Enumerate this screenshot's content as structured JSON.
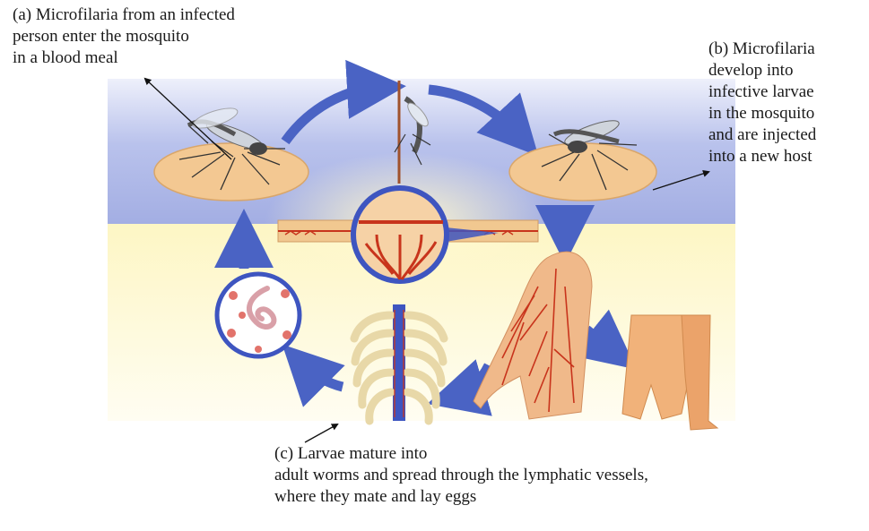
{
  "captions": {
    "a": {
      "lines": [
        "(a)   Microfilaria from an infected",
        "person enter the mosquito",
        "in a blood meal"
      ]
    },
    "b": {
      "lines": [
        "(b)   Microfilaria",
        "develop into",
        "infective larvae",
        "in the mosquito",
        "and are injected",
        "into a new host"
      ]
    },
    "c": {
      "lines": [
        "(c)    Larvae mature into",
        "adult worms and spread through the lymphatic vessels,",
        "where they mate and lay eggs"
      ]
    }
  },
  "colors": {
    "cycle_arrow": "#4a63c4",
    "sky_band": "#a9b4e6",
    "lower_band": "#fbf3c0",
    "skin": "#f3c892",
    "vessel_red": "#c8341c"
  }
}
